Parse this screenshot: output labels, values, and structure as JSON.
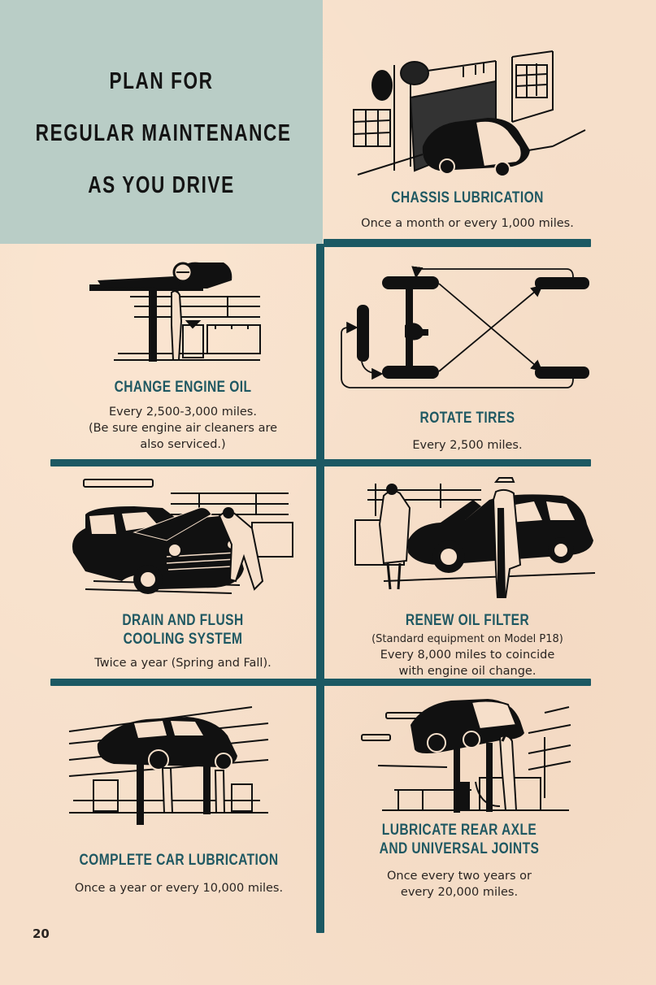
{
  "page": {
    "title_lines": [
      "PLAN FOR",
      "REGULAR MAINTENANCE",
      "AS YOU DRIVE"
    ],
    "page_number": "20",
    "colors": {
      "background": "#f6dfca",
      "title_box": "#b9cdc6",
      "rule": "#1c5963",
      "heading": "#1f5862",
      "body_text": "#2a2522"
    }
  },
  "items": [
    {
      "id": "chassis-lubrication",
      "heading_lines": [
        "CHASSIS LUBRICATION"
      ],
      "note": "",
      "description_lines": [
        "Once a month or every 1,000 miles."
      ],
      "illustration": "car-exiting-service-garage-icon"
    },
    {
      "id": "change-engine-oil",
      "heading_lines": [
        "CHANGE ENGINE OIL"
      ],
      "note": "",
      "description_lines": [
        "Every 2,500-3,000 miles.",
        "(Be sure engine air cleaners are",
        "also serviced.)"
      ],
      "illustration": "car-on-hoist-mechanic-icon"
    },
    {
      "id": "rotate-tires",
      "heading_lines": [
        "ROTATE TIRES"
      ],
      "note": "",
      "description_lines": [
        "Every 2,500 miles."
      ],
      "illustration": "tire-rotation-diagram-icon"
    },
    {
      "id": "drain-flush-cooling",
      "heading_lines": [
        "DRAIN AND FLUSH",
        "COOLING SYSTEM"
      ],
      "note": "",
      "description_lines": [
        "Twice a year (Spring and Fall)."
      ],
      "illustration": "mechanic-under-hood-icon"
    },
    {
      "id": "renew-oil-filter",
      "heading_lines": [
        "RENEW OIL FILTER"
      ],
      "note": "(Standard equipment on Model P18)",
      "description_lines": [
        "Every 8,000 miles to coincide",
        "with engine oil change."
      ],
      "illustration": "two-men-by-open-hood-icon"
    },
    {
      "id": "complete-car-lubrication",
      "heading_lines": [
        "COMPLETE CAR LUBRICATION"
      ],
      "note": "",
      "description_lines": [
        "Once a year or every 10,000 miles."
      ],
      "illustration": "car-on-lift-two-mechanics-icon"
    },
    {
      "id": "lubricate-rear-axle",
      "heading_lines": [
        "LUBRICATE REAR AXLE",
        "AND UNIVERSAL JOINTS"
      ],
      "note": "",
      "description_lines": [
        "Once every two years or",
        "every 20,000 miles."
      ],
      "illustration": "car-on-hoist-rear-mechanic-icon"
    }
  ]
}
